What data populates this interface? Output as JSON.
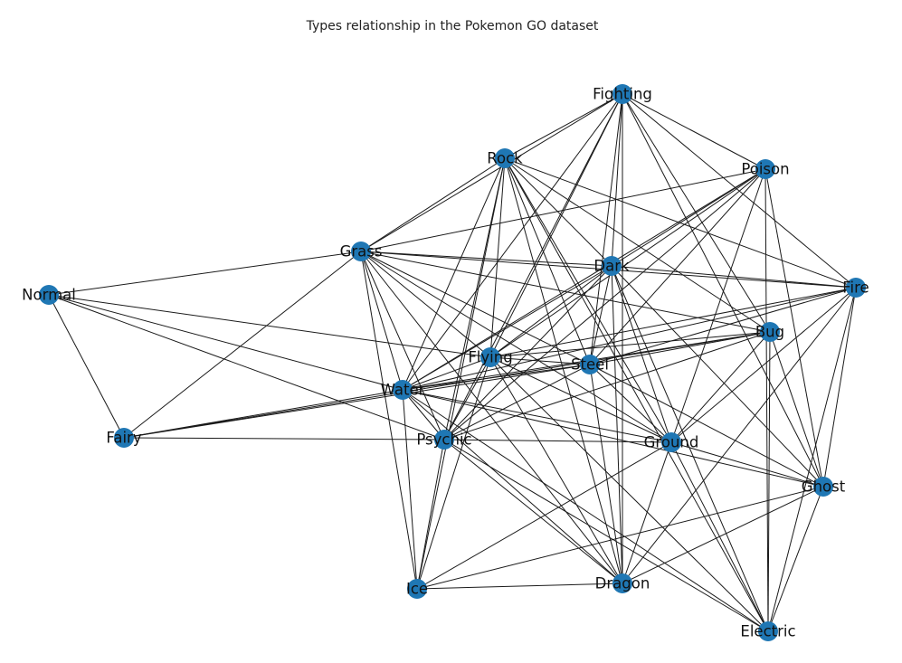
{
  "title": "Types relationship in the Pokemon GO dataset",
  "colors": {
    "node": "#1f77b4",
    "edge": "#1a1a1a",
    "label": "#111111"
  },
  "nodes": [
    {
      "id": "fighting",
      "label": "Fighting"
    },
    {
      "id": "rock",
      "label": "Rock"
    },
    {
      "id": "poison",
      "label": "Poison"
    },
    {
      "id": "grass",
      "label": "Grass"
    },
    {
      "id": "dark",
      "label": "Dark"
    },
    {
      "id": "fire",
      "label": "Fire"
    },
    {
      "id": "normal",
      "label": "Normal"
    },
    {
      "id": "bug",
      "label": "Bug"
    },
    {
      "id": "flying",
      "label": "Flying"
    },
    {
      "id": "steel",
      "label": "Steel"
    },
    {
      "id": "water",
      "label": "Water"
    },
    {
      "id": "fairy",
      "label": "Fairy"
    },
    {
      "id": "psychic",
      "label": "Psychic"
    },
    {
      "id": "ground",
      "label": "Ground"
    },
    {
      "id": "ghost",
      "label": "Ghost"
    },
    {
      "id": "ice",
      "label": "Ice"
    },
    {
      "id": "dragon",
      "label": "Dragon"
    },
    {
      "id": "electric",
      "label": "Electric"
    }
  ],
  "edges": [
    [
      "fighting",
      "rock"
    ],
    [
      "fighting",
      "poison"
    ],
    [
      "fighting",
      "grass"
    ],
    [
      "fighting",
      "dark"
    ],
    [
      "fighting",
      "fire"
    ],
    [
      "fighting",
      "bug"
    ],
    [
      "fighting",
      "flying"
    ],
    [
      "fighting",
      "steel"
    ],
    [
      "fighting",
      "water"
    ],
    [
      "fighting",
      "psychic"
    ],
    [
      "fighting",
      "ghost"
    ],
    [
      "fighting",
      "dragon"
    ],
    [
      "rock",
      "grass"
    ],
    [
      "rock",
      "dark"
    ],
    [
      "rock",
      "fire"
    ],
    [
      "rock",
      "bug"
    ],
    [
      "rock",
      "flying"
    ],
    [
      "rock",
      "steel"
    ],
    [
      "rock",
      "water"
    ],
    [
      "rock",
      "psychic"
    ],
    [
      "rock",
      "ground"
    ],
    [
      "rock",
      "ice"
    ],
    [
      "rock",
      "dragon"
    ],
    [
      "rock",
      "electric"
    ],
    [
      "poison",
      "grass"
    ],
    [
      "poison",
      "dark"
    ],
    [
      "poison",
      "flying"
    ],
    [
      "poison",
      "steel"
    ],
    [
      "poison",
      "water"
    ],
    [
      "poison",
      "psychic"
    ],
    [
      "poison",
      "ground"
    ],
    [
      "poison",
      "ghost"
    ],
    [
      "poison",
      "electric"
    ],
    [
      "grass",
      "normal"
    ],
    [
      "grass",
      "dark"
    ],
    [
      "grass",
      "fire"
    ],
    [
      "grass",
      "bug"
    ],
    [
      "grass",
      "flying"
    ],
    [
      "grass",
      "steel"
    ],
    [
      "grass",
      "water"
    ],
    [
      "grass",
      "fairy"
    ],
    [
      "grass",
      "psychic"
    ],
    [
      "grass",
      "ground"
    ],
    [
      "grass",
      "ice"
    ],
    [
      "grass",
      "dragon"
    ],
    [
      "dark",
      "fire"
    ],
    [
      "dark",
      "flying"
    ],
    [
      "dark",
      "steel"
    ],
    [
      "dark",
      "water"
    ],
    [
      "dark",
      "psychic"
    ],
    [
      "dark",
      "ground"
    ],
    [
      "dark",
      "ghost"
    ],
    [
      "dark",
      "dragon"
    ],
    [
      "dark",
      "electric"
    ],
    [
      "fire",
      "flying"
    ],
    [
      "fire",
      "steel"
    ],
    [
      "fire",
      "water"
    ],
    [
      "fire",
      "ground"
    ],
    [
      "fire",
      "ghost"
    ],
    [
      "fire",
      "dragon"
    ],
    [
      "fire",
      "electric"
    ],
    [
      "normal",
      "fairy"
    ],
    [
      "normal",
      "flying"
    ],
    [
      "normal",
      "water"
    ],
    [
      "normal",
      "psychic"
    ],
    [
      "bug",
      "flying"
    ],
    [
      "bug",
      "steel"
    ],
    [
      "bug",
      "water"
    ],
    [
      "bug",
      "fairy"
    ],
    [
      "bug",
      "psychic"
    ],
    [
      "bug",
      "ground"
    ],
    [
      "bug",
      "ghost"
    ],
    [
      "bug",
      "electric"
    ],
    [
      "flying",
      "steel"
    ],
    [
      "flying",
      "water"
    ],
    [
      "flying",
      "psychic"
    ],
    [
      "flying",
      "ground"
    ],
    [
      "flying",
      "ice"
    ],
    [
      "flying",
      "dragon"
    ],
    [
      "flying",
      "electric"
    ],
    [
      "steel",
      "water"
    ],
    [
      "steel",
      "fairy"
    ],
    [
      "steel",
      "psychic"
    ],
    [
      "steel",
      "ground"
    ],
    [
      "steel",
      "dragon"
    ],
    [
      "steel",
      "ghost"
    ],
    [
      "water",
      "fairy"
    ],
    [
      "water",
      "psychic"
    ],
    [
      "water",
      "ground"
    ],
    [
      "water",
      "ghost"
    ],
    [
      "water",
      "ice"
    ],
    [
      "water",
      "dragon"
    ],
    [
      "water",
      "electric"
    ],
    [
      "fairy",
      "psychic"
    ],
    [
      "psychic",
      "ground"
    ],
    [
      "psychic",
      "ice"
    ],
    [
      "psychic",
      "dragon"
    ],
    [
      "psychic",
      "electric"
    ],
    [
      "ground",
      "ghost"
    ],
    [
      "ground",
      "ice"
    ],
    [
      "ground",
      "dragon"
    ],
    [
      "ground",
      "electric"
    ],
    [
      "ghost",
      "ice"
    ],
    [
      "ghost",
      "dragon"
    ],
    [
      "ghost",
      "electric"
    ],
    [
      "ice",
      "dragon"
    ]
  ]
}
